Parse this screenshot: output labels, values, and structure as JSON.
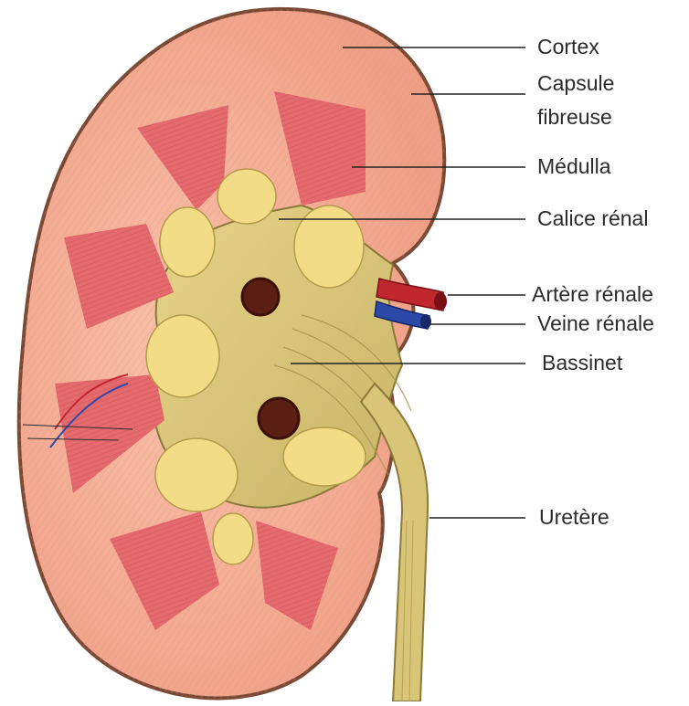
{
  "labels": {
    "cortex": "Cortex",
    "capsule_line1": "Capsule",
    "capsule_line2": "fibreuse",
    "medulla": "Médulla",
    "calice": "Calice rénal",
    "artere": "Artère rénale",
    "veine": "Veine rénale",
    "bassinet": "Bassinet",
    "uretere": "Uretère"
  },
  "colors": {
    "cortex": "#f2a88f",
    "cortex_inner": "#f7b8a0",
    "capsule": "#7a4a35",
    "medulla": "#e46a6e",
    "pelvis": "#d9c577",
    "pelvis_dark": "#8a7a3a",
    "fat": "#f3dc86",
    "artery": "#c0282e",
    "vein": "#2b49a8",
    "leader_line": "#222222"
  }
}
